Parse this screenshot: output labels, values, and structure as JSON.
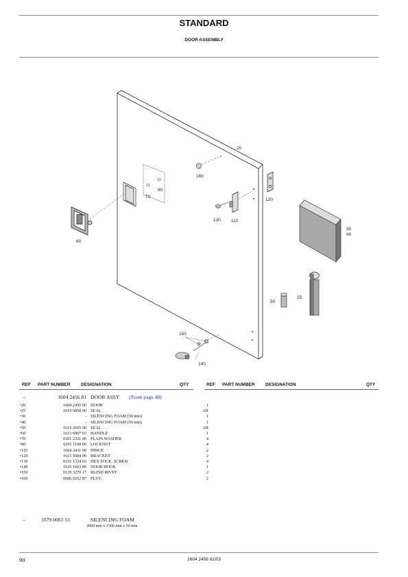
{
  "header": {
    "title": "STANDARD",
    "subtitle": "DOOR ASSEMBLY"
  },
  "diagram": {
    "callouts": [
      "20",
      "160",
      "120",
      "70",
      "80",
      "130",
      "110",
      "60",
      "30",
      "40",
      "25",
      "50",
      "150",
      "140"
    ]
  },
  "table": {
    "headers": {
      "ref": "REF",
      "part_number": "PART NUMBER",
      "designation": "DESIGNATION",
      "qty": "QTY"
    },
    "assy": {
      "ref": "-",
      "part_number": "1604 2456 81",
      "designation": "DOOR ASSY",
      "note": "(From page 48)"
    },
    "rows": [
      {
        "ref": "•20",
        "part_number": "1604 2456 00",
        "designation": "DOOR",
        "qty": "1"
      },
      {
        "ref": "•25",
        "part_number": "1619 6858 00",
        "designation": "SEAL",
        "qty": "AR"
      },
      {
        "ref": "•30",
        "part_number": "-",
        "designation": "SILENCING FOAM  (50 mm)",
        "qty": "1"
      },
      {
        "ref": "•40",
        "part_number": "-",
        "designation": "SILENCING FOAM  (50 mm)",
        "qty": "1"
      },
      {
        "ref": "•50",
        "part_number": "1619 2665 00",
        "designation": "SEAL",
        "qty": "AR"
      },
      {
        "ref": "•60",
        "part_number": "1615 6967 03",
        "designation": "HANDLE",
        "qty": "1"
      },
      {
        "ref": "•70",
        "part_number": "0301 2321 00",
        "designation": "PLAIN WASHER",
        "qty": "4"
      },
      {
        "ref": "•80",
        "part_number": "0291 1108 00",
        "designation": "LOCKNUT",
        "qty": "4"
      },
      {
        "ref": "•110",
        "part_number": "1604 3431 00",
        "designation": "HINGE",
        "qty": "2"
      },
      {
        "ref": "•120",
        "part_number": "1615 5684 00",
        "designation": "BRACKET",
        "qty": "2"
      },
      {
        "ref": "•130",
        "part_number": "0216 1324 03",
        "designation": "HEX SOCK. SCREW",
        "qty": "4"
      },
      {
        "ref": "•140",
        "part_number": "1619 1663 00",
        "designation": "DOOR HOOK",
        "qty": "1"
      },
      {
        "ref": "•150",
        "part_number": "0129 3270 17",
        "designation": "BLIND RIVET",
        "qty": "2"
      },
      {
        "ref": "•160",
        "part_number": "0686 9252 87",
        "designation": "PLUG",
        "qty": "2"
      }
    ]
  },
  "foam": {
    "ref": "-",
    "part_number": "1079 0003 33",
    "designation": "SILENCING FOAM",
    "dimensions": "2000 mm x 1500 mm x 50 mm"
  },
  "footer": {
    "page_number": "90",
    "doc_number": "1604 2456 81/03"
  }
}
